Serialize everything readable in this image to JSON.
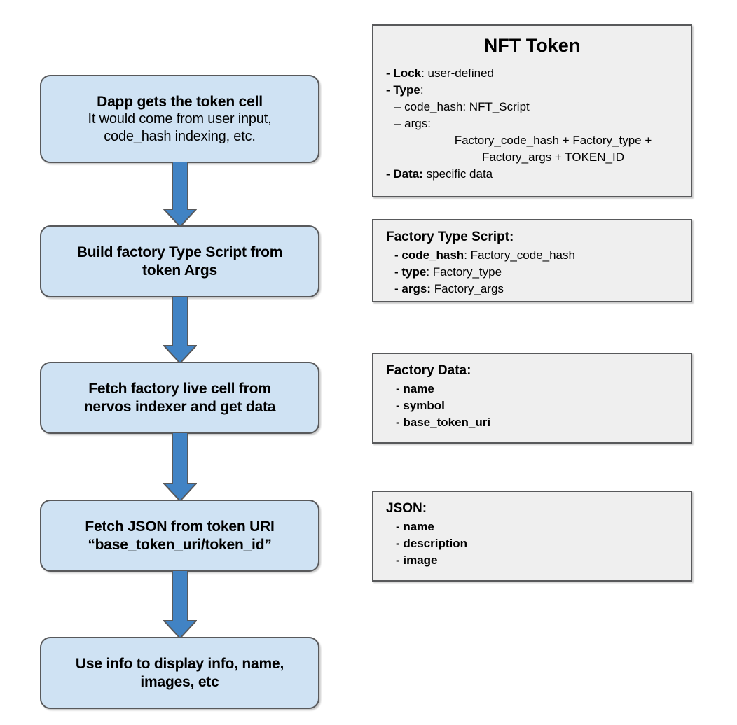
{
  "flow": {
    "nodes": [
      {
        "id": "dapp-gets-token-cell",
        "title": "Dapp gets the token cell",
        "sub_line_1": "It would come from user input,",
        "sub_line_2": "code_hash indexing, etc."
      },
      {
        "id": "build-factory-type-script",
        "title_line_1": "Build factory Type Script from",
        "title_line_2": "token Args"
      },
      {
        "id": "fetch-factory-live-cell",
        "title_line_1": "Fetch factory live cell from",
        "title_line_2": "nervos indexer and get data"
      },
      {
        "id": "fetch-json-from-token-uri",
        "title_line_1": "Fetch JSON from token URI",
        "title_line_2": "“base_token_uri/token_id”"
      },
      {
        "id": "use-info-to-display",
        "title_line_1": "Use info to display info, name,",
        "title_line_2": "images, etc"
      }
    ],
    "arrow_count": 4
  },
  "panels": {
    "nft_token": {
      "title": "NFT Token",
      "lines": {
        "lock_label": "- Lock",
        "lock_value": ": user-defined",
        "type_label": "- Type",
        "type_value": ":",
        "code_hash": "– code_hash: NFT_Script",
        "args": "– args:",
        "args_value_1": "Factory_code_hash + Factory_type +",
        "args_value_2": "Factory_args + TOKEN_ID",
        "data_label": "- Data:",
        "data_value": " specific data"
      }
    },
    "factory_type_script": {
      "heading": "Factory Type Script:",
      "items": [
        {
          "label": "- code_hash",
          "value": ": Factory_code_hash"
        },
        {
          "label": "- type",
          "value": ": Factory_type"
        },
        {
          "label": "- args:",
          "value": " Factory_args"
        }
      ]
    },
    "factory_data": {
      "heading": "Factory Data:",
      "items": [
        "- name",
        "- symbol",
        "- base_token_uri"
      ]
    },
    "json": {
      "heading": "JSON:",
      "items": [
        "- name",
        "- description",
        "- image"
      ]
    }
  },
  "colors": {
    "node_fill": "#cfe2f3",
    "node_border": "#58595b",
    "arrow_fill": "#4183c4",
    "arrow_border": "#58595b",
    "panel_fill": "#efefef",
    "panel_border": "#58595b",
    "page_background": "#ffffff"
  }
}
